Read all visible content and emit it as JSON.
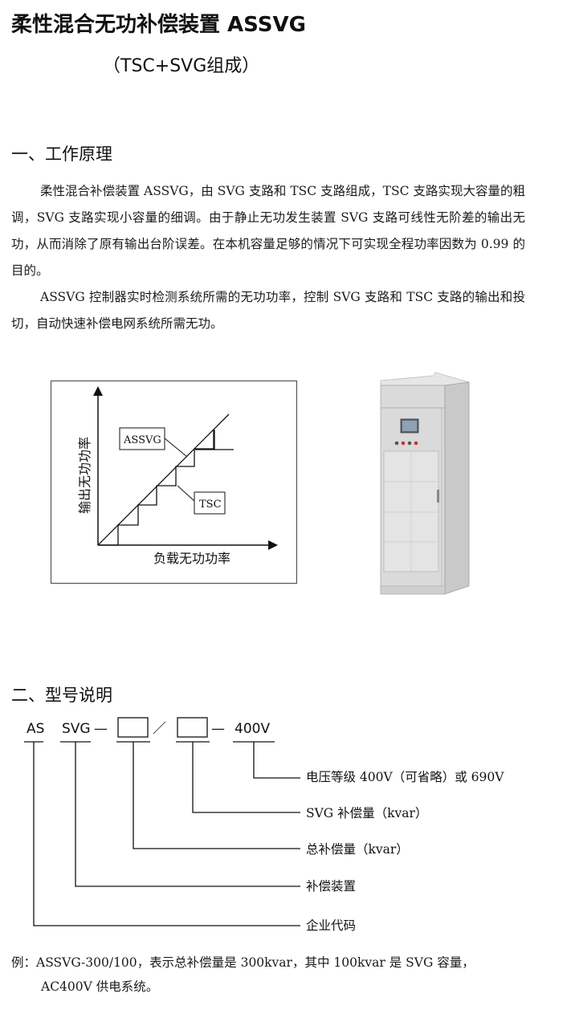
{
  "header": {
    "title": "柔性混合无功补偿装置 ASSVG",
    "subtitle": "（TSC+SVG组成）"
  },
  "section1": {
    "heading": "一、工作原理",
    "paragraph1": "柔性混合补偿装置 ASSVG，由 SVG 支路和 TSC 支路组成，TSC 支路实现大容量的粗调，SVG 支路实现小容量的细调。由于静止无功发生装置 SVG 支路可线性无阶差的输出无功，从而消除了原有输出台阶误差。在本机容量足够的情况下可实现全程功率因数为 0.99 的目的。",
    "paragraph2": "ASSVG 控制器实时检测系统所需的无功功率，控制 SVG 支路和 TSC 支路的输出和投切，自动快速补偿电网系统所需无功。"
  },
  "diagram": {
    "y_axis_label": "输出无功功率",
    "x_axis_label": "负载无功功率",
    "label_assvg": "ASSVG",
    "label_tsc": "TSC"
  },
  "section2": {
    "heading": "二、型号说明"
  },
  "model": {
    "code_as": "AS",
    "code_svg": "SVG",
    "dash1": "—",
    "slash": "／",
    "dash2": "—",
    "code_voltage": "400V",
    "desc_voltage": "电压等级 400V（可省略）或 690V",
    "desc_svg_capacity": "SVG 补偿量（kvar）",
    "desc_total_capacity": "总补偿量（kvar）",
    "desc_device": "补偿装置",
    "desc_company": "企业代码"
  },
  "example": {
    "line1": "例：ASSVG-300/100，表示总补偿量是 300kvar，其中 100kvar 是 SVG 容量，",
    "line2": "AC400V 供电系统。"
  },
  "colors": {
    "text": "#1a1a1a",
    "cabinet": "#dcdcdc",
    "line": "#111111"
  }
}
